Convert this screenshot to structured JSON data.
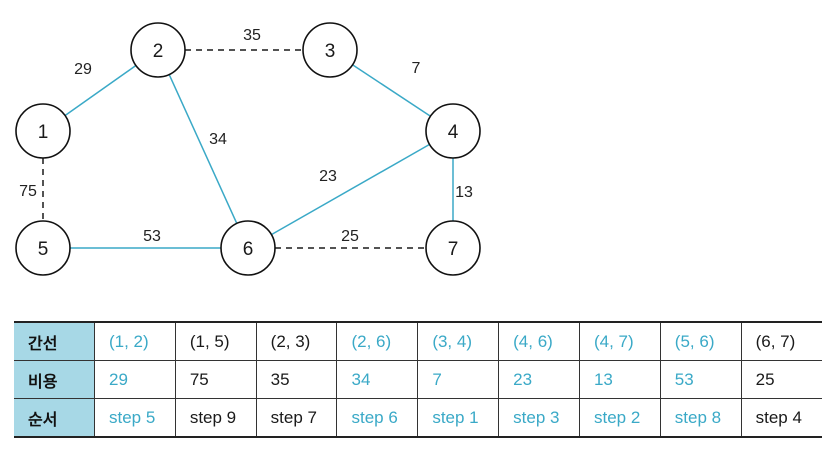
{
  "colors": {
    "selected": "#3aa9c7",
    "rejected": "#1a1a1a",
    "header_bg": "#a7d8e6"
  },
  "nodes": [
    "1",
    "2",
    "3",
    "4",
    "5",
    "6",
    "7"
  ],
  "edges": [
    {
      "from": "1",
      "to": "2",
      "weight": "29",
      "selected": true
    },
    {
      "from": "1",
      "to": "5",
      "weight": "75",
      "selected": false
    },
    {
      "from": "2",
      "to": "3",
      "weight": "35",
      "selected": false
    },
    {
      "from": "2",
      "to": "6",
      "weight": "34",
      "selected": true
    },
    {
      "from": "3",
      "to": "4",
      "weight": "7",
      "selected": true
    },
    {
      "from": "4",
      "to": "6",
      "weight": "23",
      "selected": true
    },
    {
      "from": "4",
      "to": "7",
      "weight": "13",
      "selected": true
    },
    {
      "from": "5",
      "to": "6",
      "weight": "53",
      "selected": true
    },
    {
      "from": "6",
      "to": "7",
      "weight": "25",
      "selected": false
    }
  ],
  "table": {
    "row_headers": [
      "간선",
      "비용",
      "순서"
    ],
    "columns": [
      {
        "edge": "(1, 2)",
        "cost": "29",
        "order": "step 5",
        "selected": true
      },
      {
        "edge": "(1, 5)",
        "cost": "75",
        "order": "step 9",
        "selected": false
      },
      {
        "edge": "(2, 3)",
        "cost": "35",
        "order": "step 7",
        "selected": false
      },
      {
        "edge": "(2, 6)",
        "cost": "34",
        "order": "step 6",
        "selected": true
      },
      {
        "edge": "(3, 4)",
        "cost": "7",
        "order": "step 1",
        "selected": true
      },
      {
        "edge": "(4, 6)",
        "cost": "23",
        "order": "step 3",
        "selected": true
      },
      {
        "edge": "(4, 7)",
        "cost": "13",
        "order": "step 2",
        "selected": true
      },
      {
        "edge": "(5, 6)",
        "cost": "53",
        "order": "step 8",
        "selected": true
      },
      {
        "edge": "(6, 7)",
        "cost": "25",
        "order": "step 4",
        "selected": false
      }
    ]
  }
}
